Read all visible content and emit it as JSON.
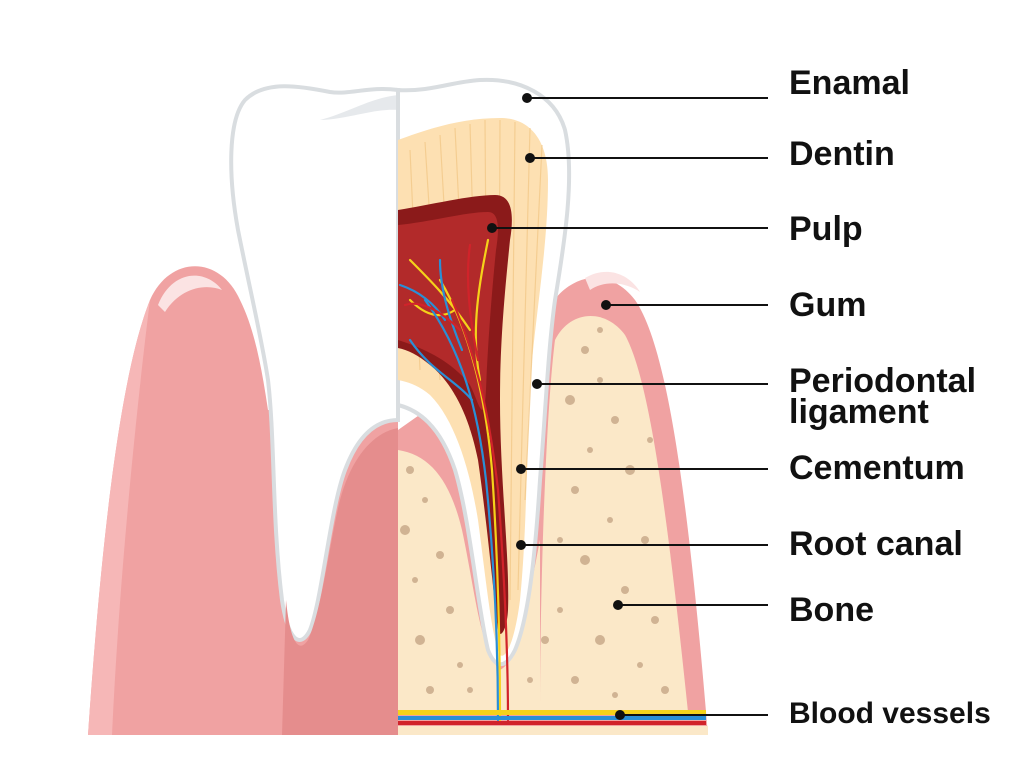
{
  "labels": [
    {
      "key": "enamel",
      "text": "Enamal"
    },
    {
      "key": "dentin",
      "text": "Dentin"
    },
    {
      "key": "pulp",
      "text": "Pulp"
    },
    {
      "key": "gum",
      "text": "Gum"
    },
    {
      "key": "periodontal",
      "line1": "Periodontal",
      "line2": "ligament"
    },
    {
      "key": "cementum",
      "text": "Cementum"
    },
    {
      "key": "root_canal",
      "text": "Root canal"
    },
    {
      "key": "bone",
      "text": "Bone"
    },
    {
      "key": "blood_vessels",
      "text": "Blood vessels"
    }
  ],
  "colors": {
    "gum": "#f0a2a2",
    "gum_light": "#f8c9c9",
    "enamel": "#ffffff",
    "enamel_edge": "#d9dde0",
    "dentin": "#fde0b2",
    "pulp": "#8b1a1a",
    "pulp_inner": "#b22a2a",
    "bone": "#fbe8c8",
    "bone_pore": "#c9aa8a",
    "nerve_yellow": "#f5d21a",
    "vessel_blue": "#2a8fd6",
    "vessel_red": "#d1232a"
  }
}
